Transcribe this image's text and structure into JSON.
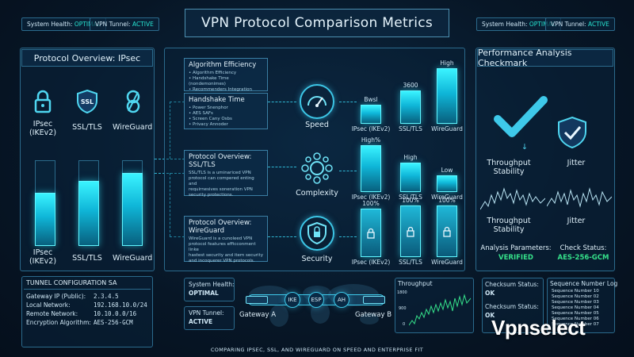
{
  "header": {
    "title": "VPN Protocol Comparison Metrics",
    "status_left": [
      {
        "label": "System Health:",
        "value": "OPTIMAL"
      },
      {
        "label": "VPN Tunnel:",
        "value": "ACTIVE"
      }
    ],
    "status_right": [
      {
        "label": "System Health:",
        "value": "OPTIMAL"
      },
      {
        "label": "VPN Tunnel:",
        "value": "ACTIVE"
      }
    ]
  },
  "left_panel": {
    "title": "Protocol Overview: IPsec",
    "protocols": [
      "IPsec\n(IKEv2)",
      "SSL/TLS",
      "WireGuard"
    ],
    "icon_names": [
      "lock-icon",
      "ssl-shield-icon",
      "wireguard-icon"
    ],
    "bar_labels": [
      "IPsec\n(IKEv2)",
      "SSL/TLS",
      "WireGuard"
    ],
    "bar_levels": [
      0.62,
      0.76,
      0.85
    ]
  },
  "tunnel_config": {
    "title": "TUNNEL CONFIGURATION SA",
    "rows": [
      {
        "key": "Gateway IP (Public):",
        "value": "2.3.4.5"
      },
      {
        "key": "Local Network:",
        "value": "192.168.10.0/24"
      },
      {
        "key": "Remote Network:",
        "value": "10.10.0.0/16"
      },
      {
        "key": "Encryption Algorithm:",
        "value": "AES-256-GCM"
      }
    ]
  },
  "center_boxes": [
    {
      "title": "Algorithm Efficiency",
      "lines": [
        "• Algorithm Efficiency",
        "• Handshake Time (nondemonimes)",
        "• Recommenders Integration"
      ]
    },
    {
      "title": "Handshake Time",
      "lines": [
        "• Power Snenphor",
        "• AES SAFs",
        "• Screen Cany Osbs",
        "• Privacy Annoder"
      ]
    },
    {
      "title": "Protocol Overview: SSL/TLS",
      "lines": [
        "SSL/TLS is a uminariced VPN",
        "protocol can compered enting and",
        "requirnesives soneration VPN",
        "security protections."
      ]
    },
    {
      "title": "Protocol Overview: WireGuard",
      "lines": [
        "WireGuard is a cunoleed VPN",
        "protocol features efficconment linke",
        "hastest security and item security",
        "and incoquerer VPN protocols."
      ]
    }
  ],
  "metrics": [
    {
      "name": "Speed",
      "icon": "speedometer-icon",
      "value_labels": [
        "Bwsl",
        "3600",
        "High"
      ],
      "levels": [
        0.28,
        0.5,
        0.83
      ]
    },
    {
      "name": "Complexity",
      "icon": "network-gear-icon",
      "value_labels": [
        "High%",
        "High",
        "Low"
      ],
      "levels": [
        0.72,
        0.45,
        0.25
      ]
    },
    {
      "name": "Security",
      "icon": "shield-lock-icon",
      "value_labels": [
        "100%",
        "100%",
        "100%"
      ],
      "levels": [
        0.8,
        0.85,
        0.85
      ]
    }
  ],
  "metric_categories": [
    "IPsec (IKEv2)",
    "SSL/TLS",
    "WireGuard"
  ],
  "right_panel": {
    "title": "Performance Analysis Checkmark",
    "labels_top": [
      "Throughput\nStability",
      "Jitter"
    ],
    "labels_bottom": [
      "Throughput\nStability",
      "Jitter"
    ],
    "analysis": {
      "label": "Analysis Parameters:",
      "value": "VERIFIED"
    },
    "check": {
      "label": "Check Status:",
      "value": "AES-256-GCM"
    }
  },
  "bottom": {
    "status": [
      {
        "label": "System Health:",
        "value": "OPTIMAL"
      },
      {
        "label": "VPN Tunnel:",
        "value": "ACTIVE"
      }
    ],
    "tunnel_nodes": [
      "Gateway A",
      "IKE",
      "ESP",
      "AH",
      "Gateway B"
    ],
    "throughput_title": "Throughput",
    "throughput_ticks": [
      "1800",
      "900",
      "0"
    ],
    "checksum": [
      {
        "label": "Checksum Status:",
        "value": "OK"
      },
      {
        "label": "Checksum Status:",
        "value": "OK"
      }
    ],
    "sequence_title": "Sequence Number Log",
    "sequence_lines": [
      "Sequence Number 10",
      "Sequence Number 02",
      "Sequence Number 03",
      "Sequence Number 04",
      "Sequence Number 05",
      "Sequence Number 06",
      "Sequence Number 07"
    ],
    "caption": "COMPARING IPSEC, SSL, AND WIREGUARD ON SPEED AND ENTERPRISE FIT"
  },
  "brand": "Vpnselect",
  "colors": {
    "accent": "#3ee7f5",
    "ok": "#35e08a",
    "border": "#2b6a8c",
    "bg": "#071626"
  }
}
